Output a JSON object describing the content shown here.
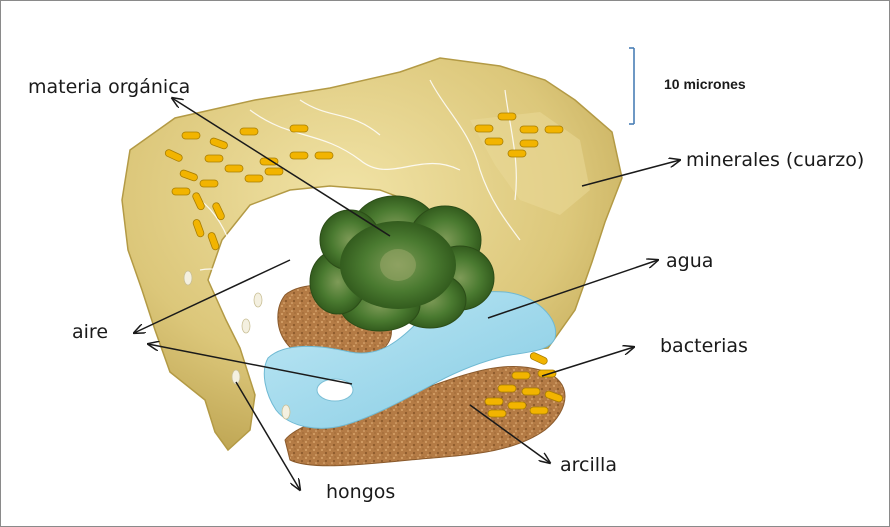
{
  "labels": {
    "materia_organica": "materia orgánica",
    "minerales": "minerales (cuarzo)",
    "agua": "agua",
    "aire": "aire",
    "bacterias": "bacterias",
    "arcilla": "arcilla",
    "hongos": "hongos"
  },
  "scale": {
    "text": "10 micrones"
  },
  "colors": {
    "mineral": "#d9c67a",
    "mineral_dark": "#b8a24e",
    "organic": "#3f6e2a",
    "water": "#9ed8ec",
    "clay": "#b0763f",
    "bacteria": "#f2b400",
    "scale_bar": "#4a7fb5"
  }
}
